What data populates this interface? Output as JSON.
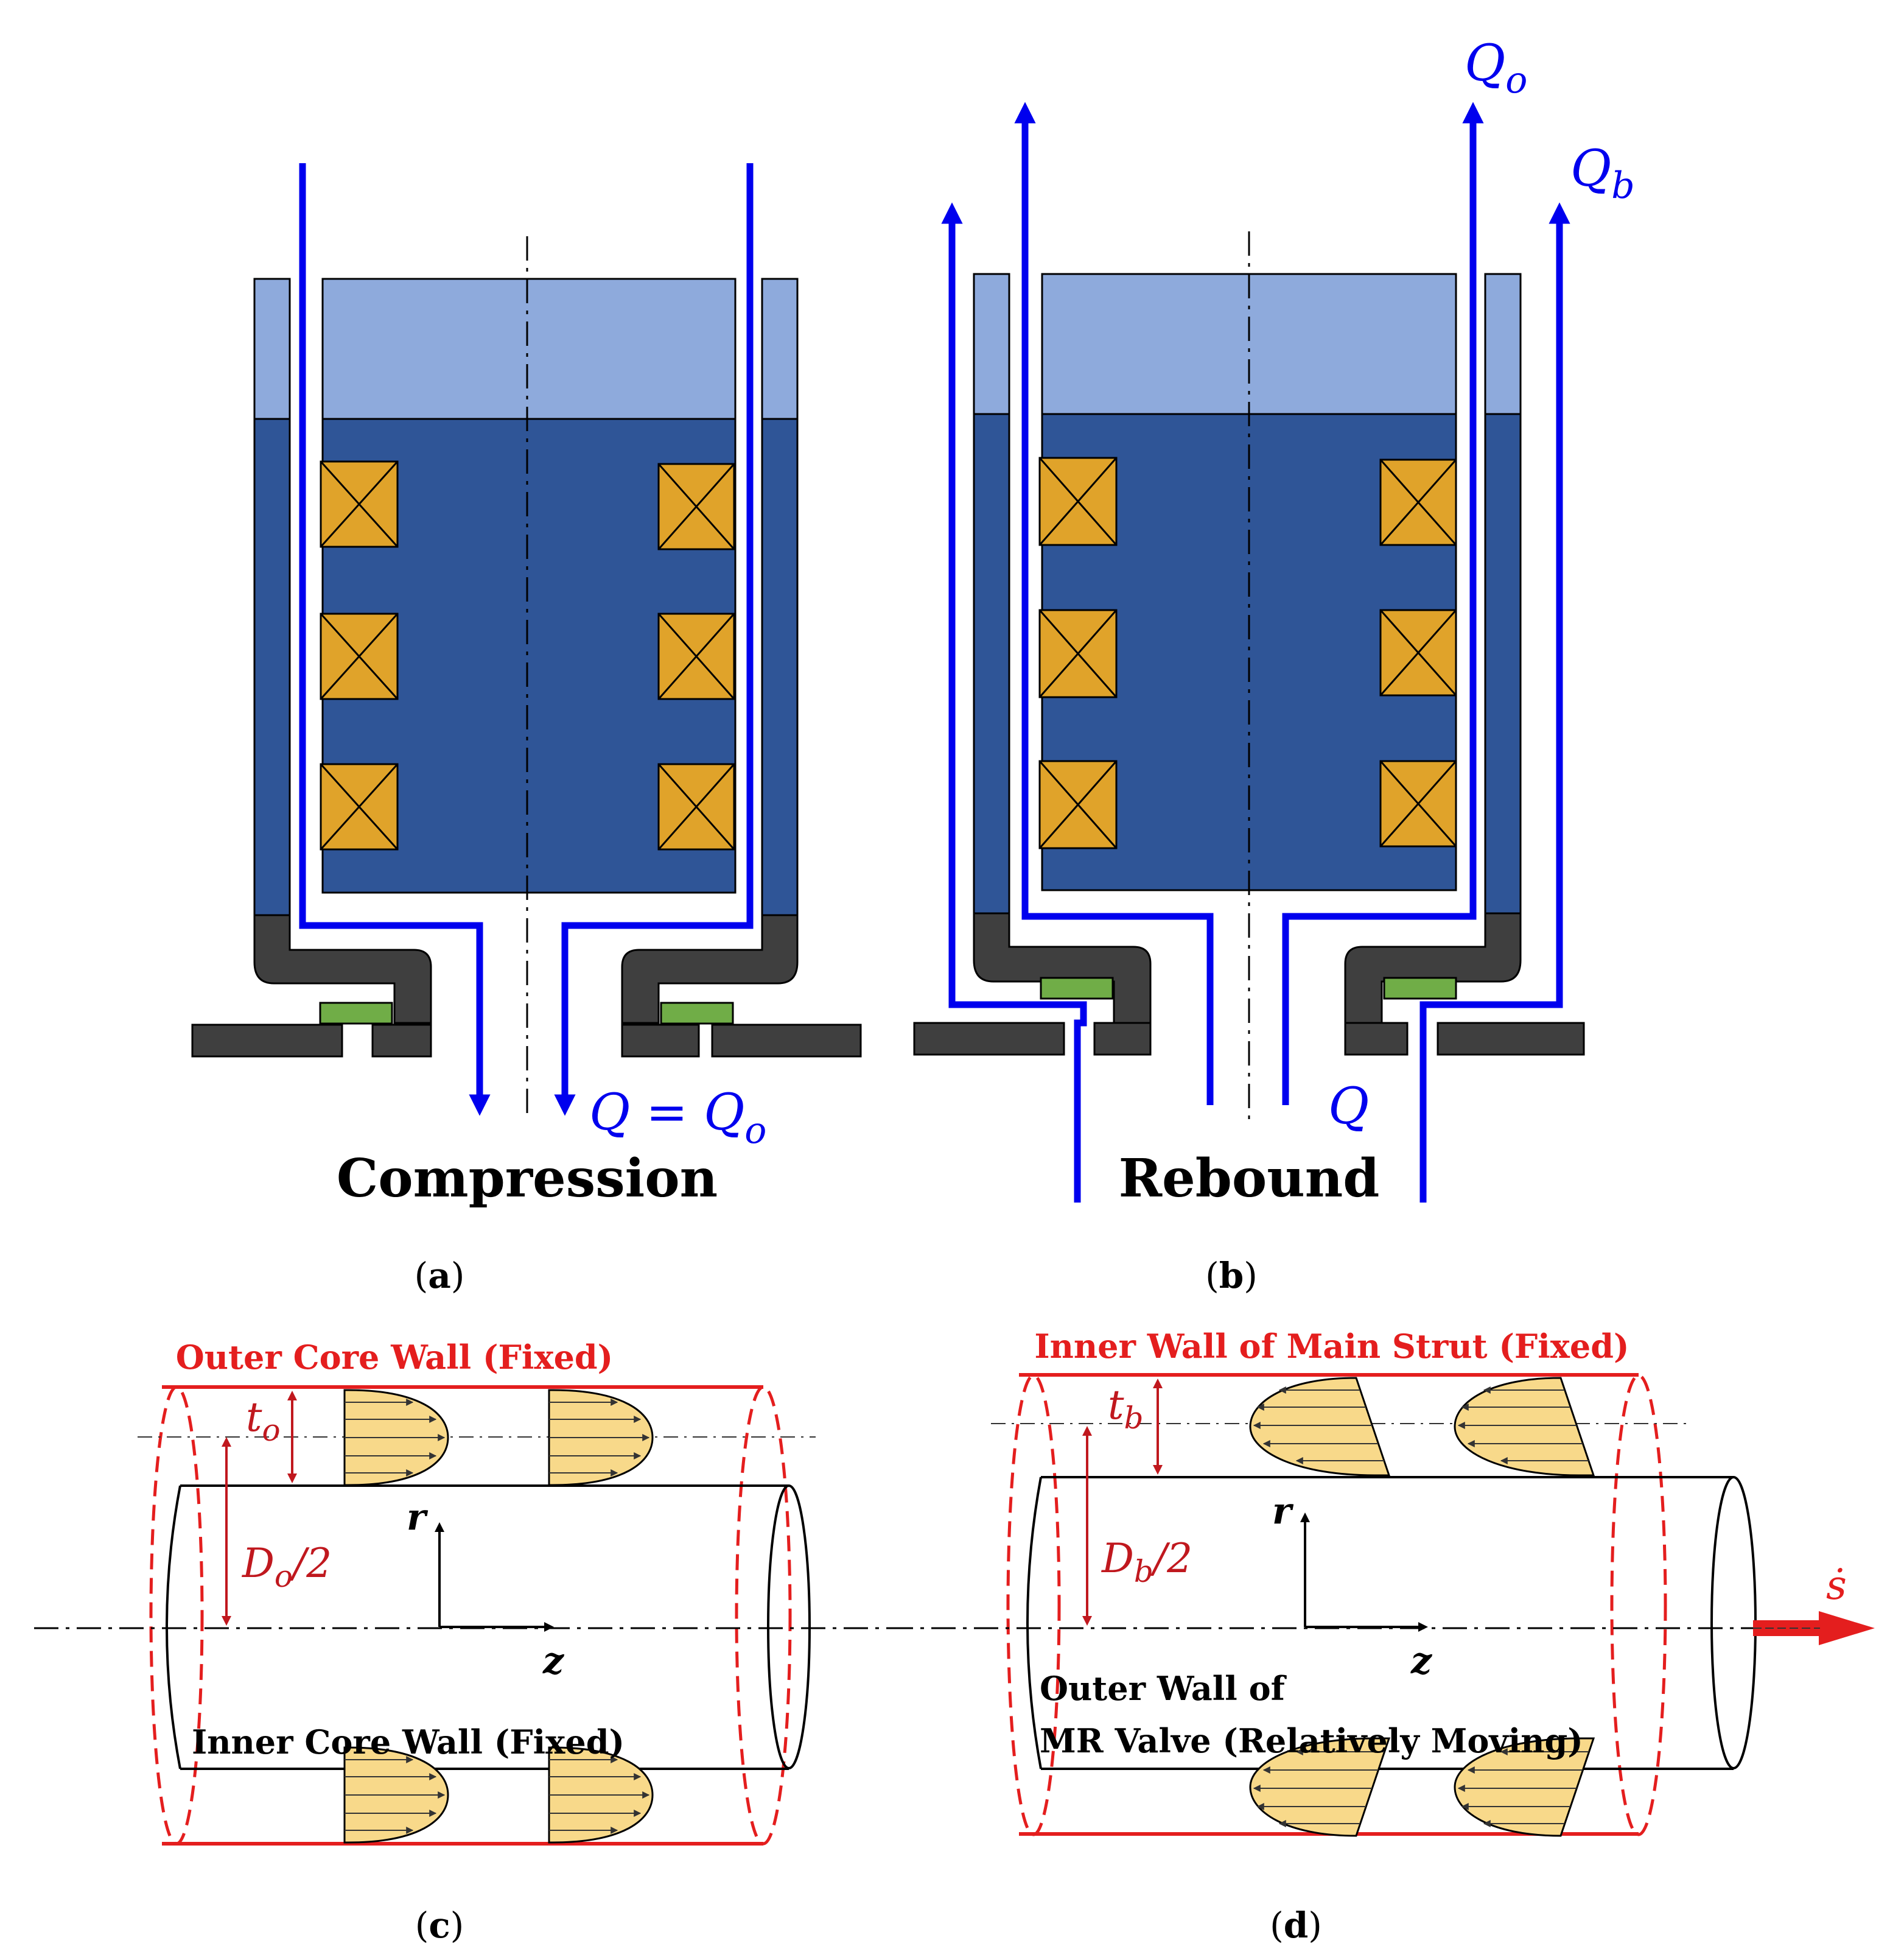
{
  "panel_a": {
    "caption_letter": "a",
    "title": "Compression",
    "flow_label": "Q = Q",
    "flow_label_sub": "o"
  },
  "panel_b": {
    "caption_letter": "b",
    "title": "Rebound",
    "flow_label_q": "Q",
    "flow_label_qo": "Q",
    "flow_label_qo_sub": "o",
    "flow_label_qb": "Q",
    "flow_label_qb_sub": "b"
  },
  "panel_c": {
    "caption_letter": "c",
    "outer_wall": "Outer Core Wall (Fixed)",
    "inner_wall": "Inner Core Wall (Fixed)",
    "gap_label": "t",
    "gap_sub": "o",
    "diam_label": "D",
    "diam_sub": "o",
    "diam_suffix": "/2",
    "axis_r": "r",
    "axis_z": "z"
  },
  "panel_d": {
    "caption_letter": "d",
    "outer_wall": "Inner Wall of Main Strut (Fixed)",
    "inner_wall_line1": "Outer Wall of",
    "inner_wall_line2": "MR Valve (Relatively Moving)",
    "gap_label": "t",
    "gap_sub": "b",
    "diam_label": "D",
    "diam_sub": "b",
    "diam_suffix": "/2",
    "axis_r": "r",
    "axis_z": "z",
    "velocity_label": "ṡ"
  },
  "colors": {
    "flow": "#0000ee",
    "housing_light": "#8eaadc",
    "housing_dark": "#2f5597",
    "coil": "#e0a32a",
    "seal": "#70ad47",
    "bracket": "#3f3f3f",
    "wall_red": "#e41e1e",
    "profile_fill": "#f8d98a"
  }
}
